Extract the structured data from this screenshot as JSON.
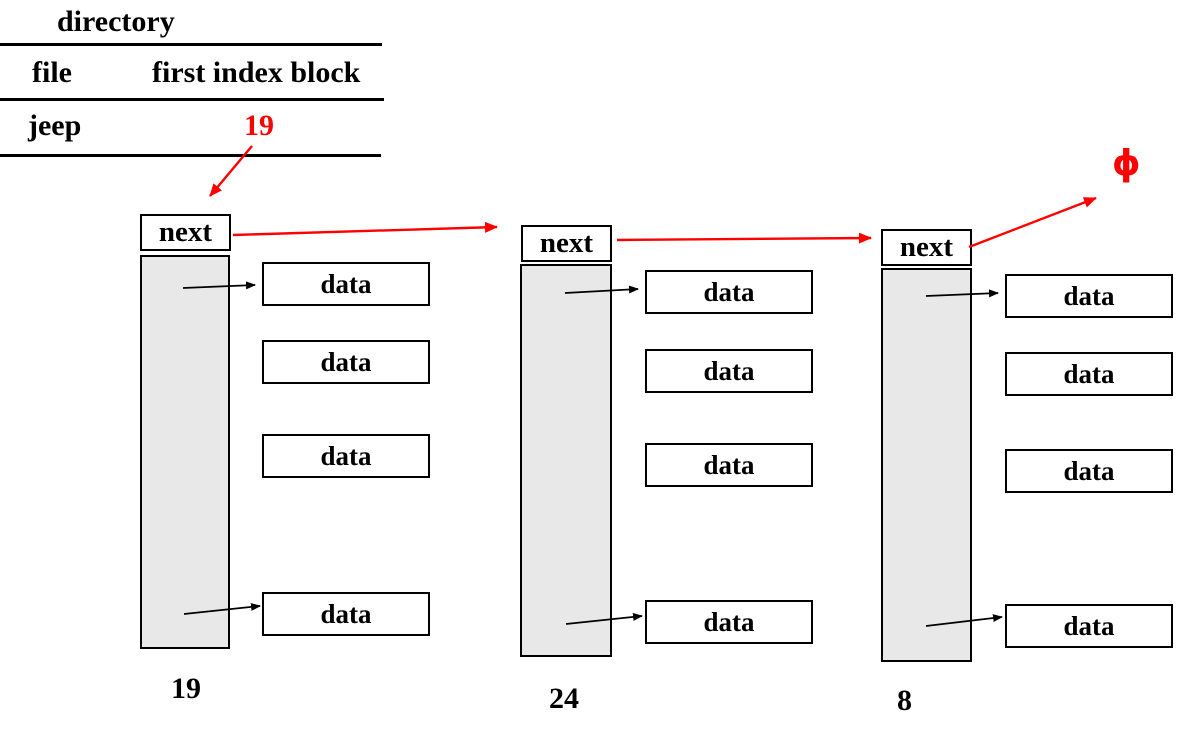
{
  "directory_table": {
    "title": "directory",
    "columns": [
      "file",
      "first index block"
    ],
    "rows": [
      {
        "file": "jeep",
        "first_index_block": "19"
      }
    ]
  },
  "index_blocks": [
    {
      "number": "19",
      "next_label": "next",
      "data_boxes": [
        "data",
        "data",
        "data",
        "data"
      ]
    },
    {
      "number": "24",
      "next_label": "next",
      "data_boxes": [
        "data",
        "data",
        "data",
        "data"
      ]
    },
    {
      "number": "8",
      "next_label": "next",
      "data_boxes": [
        "data",
        "data",
        "data",
        "data"
      ]
    }
  ],
  "null_terminator": "ɸ",
  "colors": {
    "accent_red": "#ff0000",
    "block_fill": "#e8e8e8",
    "line_black": "#000000"
  }
}
